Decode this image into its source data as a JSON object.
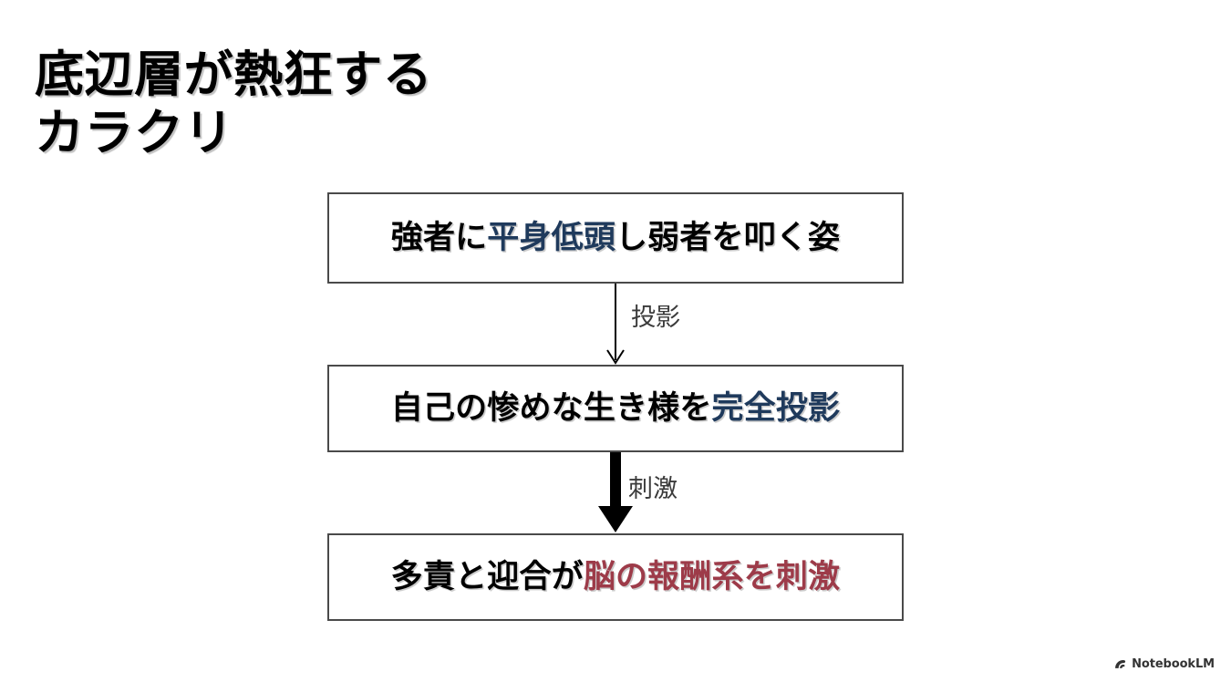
{
  "slide": {
    "title": "底辺層が熱狂する\nカラクリ",
    "title_line_1": "底辺層が熱狂する",
    "title_line_2": "カラクリ"
  },
  "colors": {
    "text": "#000000",
    "highlight_blue": "#1f3a5c",
    "highlight_red": "#9d3b49",
    "box_border": "#4a4a4a",
    "arrow": "#000000",
    "label": "#3b3b3b",
    "background": "#ffffff"
  },
  "flow": {
    "boxes": [
      {
        "id": "box-1",
        "segments": [
          {
            "text": "強者に",
            "style": "plain"
          },
          {
            "text": "平身低頭",
            "style": "blue"
          },
          {
            "text": "し弱者を叩く姿",
            "style": "plain"
          }
        ],
        "full_text": "強者に平身低頭し弱者を叩く姿"
      },
      {
        "id": "box-2",
        "segments": [
          {
            "text": "自己の惨めな生き様を",
            "style": "plain"
          },
          {
            "text": "完全投影",
            "style": "blue"
          }
        ],
        "full_text": "自己の惨めな生き様を完全投影"
      },
      {
        "id": "box-3",
        "segments": [
          {
            "text": "多責と迎合が",
            "style": "plain"
          },
          {
            "text": "脳の報酬系を刺激",
            "style": "red"
          }
        ],
        "full_text": "多責と迎合が脳の報酬系を刺激"
      }
    ],
    "connectors": [
      {
        "id": "connector-1",
        "label": "投影",
        "icon": "arrow-down-thin-icon",
        "weight": "thin"
      },
      {
        "id": "connector-2",
        "label": "刺激",
        "icon": "arrow-down-thick-icon",
        "weight": "thick"
      }
    ]
  },
  "footer": {
    "watermark_text": "NotebookLM",
    "watermark_icon": "notebooklm-logo-icon"
  }
}
